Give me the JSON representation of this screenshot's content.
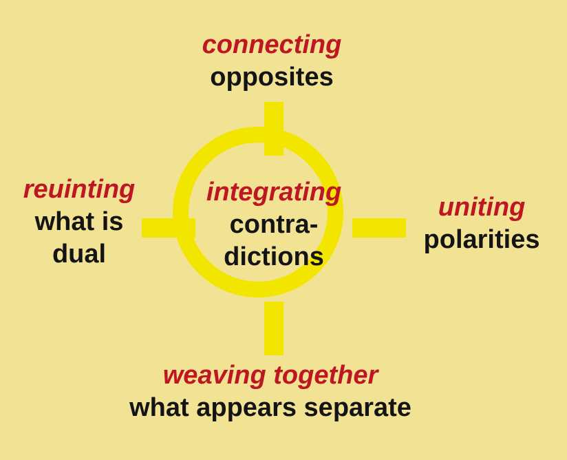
{
  "diagram": {
    "top": {
      "red": "connecting",
      "black": "opposites"
    },
    "left": {
      "red": "reuinting",
      "black_line1": "what is",
      "black_line2": "dual"
    },
    "right": {
      "red": "uniting",
      "black": "polarities"
    },
    "bottom": {
      "red": "weaving together",
      "black": "what appears separate"
    },
    "center": {
      "red": "integrating",
      "black_line1": "contra-",
      "black_line2": "dictions"
    }
  },
  "colors": {
    "background": "#F2E394",
    "ring_yellow": "#F2E500",
    "accent_red": "#BE1622",
    "text_black": "#141414"
  }
}
